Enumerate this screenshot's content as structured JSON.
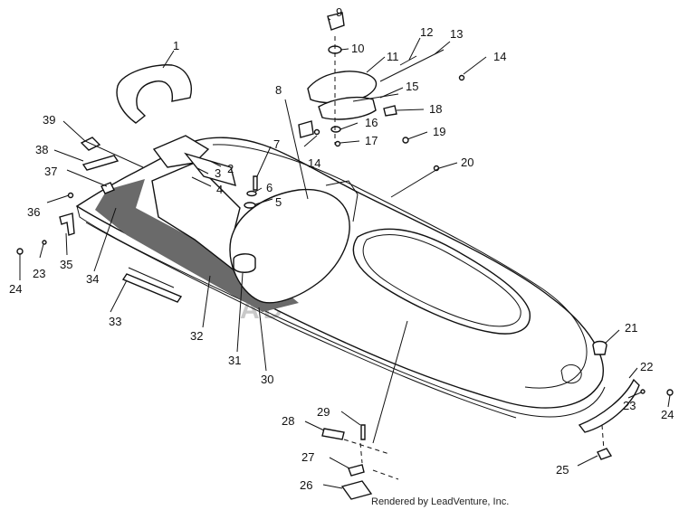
{
  "diagram": {
    "callouts": [
      "1",
      "2",
      "3",
      "4",
      "5",
      "6",
      "7",
      "8",
      "9",
      "10",
      "11",
      "12",
      "13",
      "14",
      "14",
      "15",
      "16",
      "17",
      "18",
      "19",
      "20",
      "21",
      "22",
      "23",
      "23",
      "24",
      "24",
      "25",
      "26",
      "27",
      "28",
      "29",
      "30",
      "31",
      "32",
      "33",
      "34",
      "35",
      "36",
      "37",
      "38",
      "39"
    ],
    "watermark": "ADVENTURE",
    "credit": "Rendered by LeadVenture, Inc."
  }
}
